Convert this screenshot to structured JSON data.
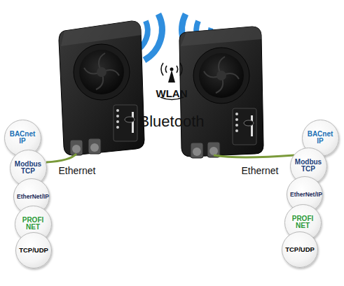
{
  "diagram": {
    "nodes": [
      {
        "text": [
          "BACnet IP"
        ]
      },
      {
        "text": [
          "Modbus TCP"
        ]
      },
      {
        "text": [
          "EtherNet/IP"
        ]
      },
      {
        "text": [
          "PROFI NET"
        ]
      },
      {
        "text": [
          "TCP/UDP"
        ]
      },
      {
        "text": [
          "BACnet IP"
        ]
      },
      {
        "text": [
          "Modbus TCP"
        ]
      },
      {
        "text": [
          "EtherNet/IP"
        ]
      },
      {
        "text": [
          "PROFI NET"
        ]
      },
      {
        "text": [
          "TCP/UDP"
        ]
      }
    ],
    "labels": [
      "WLAN",
      "Bluetooth",
      "Ethernet",
      "Ethernet"
    ]
  }
}
